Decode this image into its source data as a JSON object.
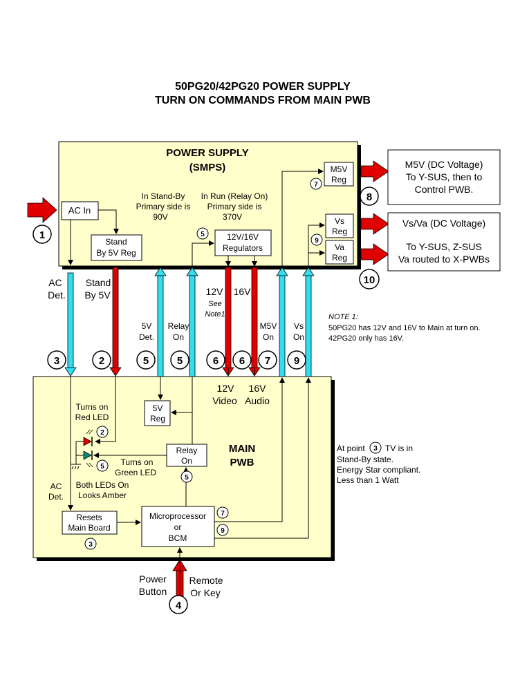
{
  "title": {
    "line1": "50PG20/42PG20 POWER SUPPLY",
    "line2": "TURN ON COMMANDS FROM MAIN PWB"
  },
  "colors": {
    "panel_fill": "#ffffcc",
    "arrow_red": "#e00000",
    "arrow_cyan": "#33ddee",
    "led_red": "#e00000",
    "led_green": "#118877"
  },
  "power_supply": {
    "title1": "POWER SUPPLY",
    "title2": "(SMPS)",
    "ac_in": "AC In",
    "standby_reg": {
      "l1": "Stand",
      "l2": "By 5V Reg"
    },
    "standby_note": {
      "l1": "In Stand-By",
      "l2": "Primary side is",
      "l3": "90V"
    },
    "run_note": {
      "l1": "In Run (Relay On)",
      "l2": "Primary side is",
      "l3": "370V"
    },
    "regulators": {
      "l1": "12V/16V",
      "l2": "Regulators"
    },
    "m5v_reg": {
      "l1": "M5V",
      "l2": "Reg"
    },
    "vs_reg": {
      "l1": "Vs",
      "l2": "Reg"
    },
    "va_reg": {
      "l1": "Va",
      "l2": "Reg"
    }
  },
  "outputs": {
    "m5v": {
      "l1": "M5V (DC Voltage)",
      "l2": "To Y-SUS, then to",
      "l3": "Control PWB."
    },
    "vsva": {
      "l1": "Vs/Va (DC Voltage)",
      "l2": "To Y-SUS, Z-SUS",
      "l3": "Va routed to X-PWBs"
    }
  },
  "signals": {
    "ac_det": {
      "l1": "AC",
      "l2": "Det."
    },
    "standby": {
      "l1": "Stand",
      "l2": "By 5V"
    },
    "v5_det": {
      "l1": "5V",
      "l2": "Det."
    },
    "relay_on": {
      "l1": "Relay",
      "l2": "On"
    },
    "v12": "12V",
    "see_note": {
      "l1": "See",
      "l2": "Note1"
    },
    "v16": "16V",
    "m5v_on": {
      "l1": "M5V",
      "l2": "On"
    },
    "vs_on": {
      "l1": "Vs",
      "l2": "On"
    },
    "video": {
      "l1": "12V",
      "l2": "Video"
    },
    "audio": {
      "l1": "16V",
      "l2": "Audio"
    }
  },
  "note1": {
    "title": "NOTE 1:",
    "l1": "50PG20 has 12V and 16V to Main at turn on.",
    "l2": "42PG20 only has 16V."
  },
  "main_pwb": {
    "title1": "MAIN",
    "title2": "PWB",
    "v5_reg": {
      "l1": "5V",
      "l2": "Reg"
    },
    "turns_on_red": {
      "l1": "Turns on",
      "l2": "Red LED"
    },
    "turns_on_green": {
      "l1": "Turns on",
      "l2": "Green LED"
    },
    "both_leds": {
      "l1": "Both LEDs On",
      "l2": "Looks Amber"
    },
    "relay_on": {
      "l1": "Relay",
      "l2": "On"
    },
    "ac_det": {
      "l1": "AC",
      "l2": "Det."
    },
    "resets": {
      "l1": "Resets",
      "l2": "Main Board"
    },
    "micro": {
      "l1": "Microprocessor",
      "l2": "or",
      "l3": "BCM"
    }
  },
  "point3_note": {
    "pre": "At point",
    "post": "TV is in",
    "l2": "Stand-By state.",
    "l3": "Energy Star compliant.",
    "l4": "Less than 1 Watt"
  },
  "inputs": {
    "power": {
      "l1": "Power",
      "l2": "Button"
    },
    "remote": {
      "l1": "Remote",
      "l2": "Or Key"
    }
  },
  "steps": {
    "s1": "1",
    "s2": "2",
    "s3": "3",
    "s4": "4",
    "s5": "5",
    "s6": "6",
    "s7": "7",
    "s8": "8",
    "s9": "9",
    "s10": "10"
  }
}
